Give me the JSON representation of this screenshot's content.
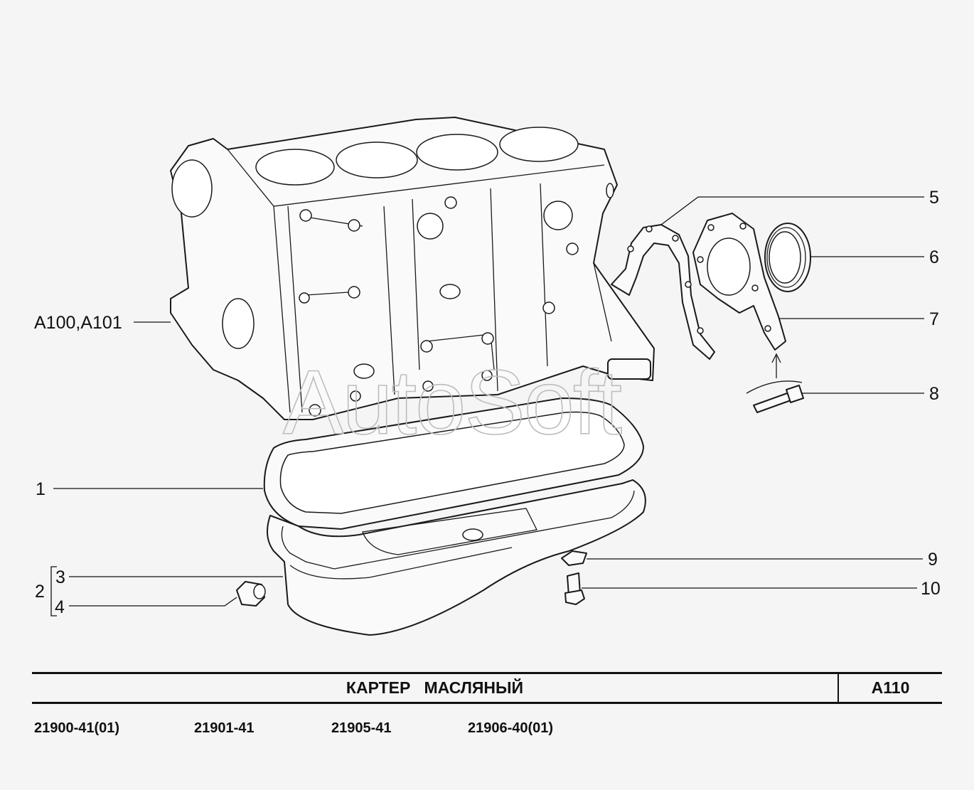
{
  "watermark": "AutoSoft",
  "callouts": {
    "a100": "A100,A101",
    "p1": "1",
    "p2": "2",
    "p3": "3",
    "p4": "4",
    "p5": "5",
    "p6": "6",
    "p7": "7",
    "p8": "8",
    "p9": "9",
    "p10": "10"
  },
  "title_block": {
    "title": "КАРТЕР   МАСЛЯНЫЙ",
    "code": "A110"
  },
  "models": [
    "21900-41(01)",
    "21901-41",
    "21905-41",
    "21906-40(01)"
  ]
}
